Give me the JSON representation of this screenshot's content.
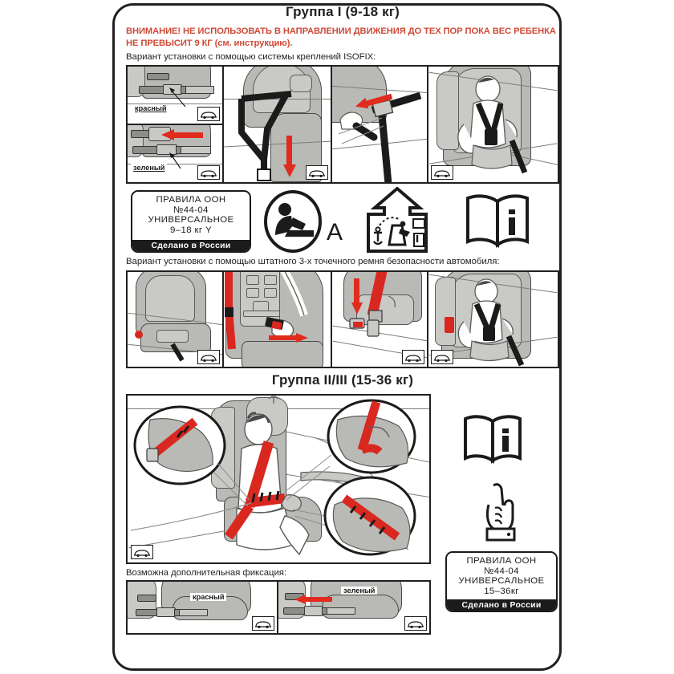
{
  "document": {
    "kind": "child-car-seat-installation-label",
    "language": "ru"
  },
  "group1": {
    "title": "Группа I (9-18 кг)",
    "warning": "ВНИМАНИЕ! НЕ ИСПОЛЬЗОВАТЬ В НАПРАВЛЕНИИ ДВИЖЕНИЯ ДО ТЕХ ПОР ПОКА ВЕС РЕБЕНКА НЕ ПРЕВЫСИТ 9 КГ (см. инструкцию).",
    "isofix_caption": "Вариант установки с помощью системы креплений ISOFIX:",
    "belt_caption": "Вариант установки с помощью штатного 3-х точечного ремня безопасности автомобиля:",
    "labels": {
      "red": "красный",
      "green": "зеленый"
    },
    "certificate": {
      "line1": "ПРАВИЛА  ООН",
      "line2": "№44-04",
      "line3": "УНИВЕРСАЛЬНОЕ",
      "line4": "9–18 кг Y",
      "made_in": "Сделано в России"
    },
    "pictograms": {
      "isofix_class": "A",
      "seat_icon": "child-in-seat-icon",
      "tether_icon": "top-tether-anchor-icon",
      "manual_icon": "manual-book-icon"
    }
  },
  "group23": {
    "title": "Группа II/III (15-36 кг)",
    "extra_caption": "Возможна дополнительная фиксация:",
    "labels": {
      "red": "красный",
      "green": "зеленый"
    },
    "certificate": {
      "line1": "ПРАВИЛА  ООН",
      "line2": "№44-04",
      "line3": "УНИВЕРСАЛЬНОЕ",
      "line4": "15–36кг",
      "made_in": "Сделано в России"
    },
    "pictograms": {
      "manual_icon": "manual-book-icon",
      "finger_icon": "pointing-finger-icon"
    }
  },
  "colors": {
    "warning_red": "#cf4a36",
    "arrow_red": "#e02b1d",
    "belt_red": "#d8281f",
    "ink": "#231f20",
    "seat_grey": "#b9bab6"
  }
}
